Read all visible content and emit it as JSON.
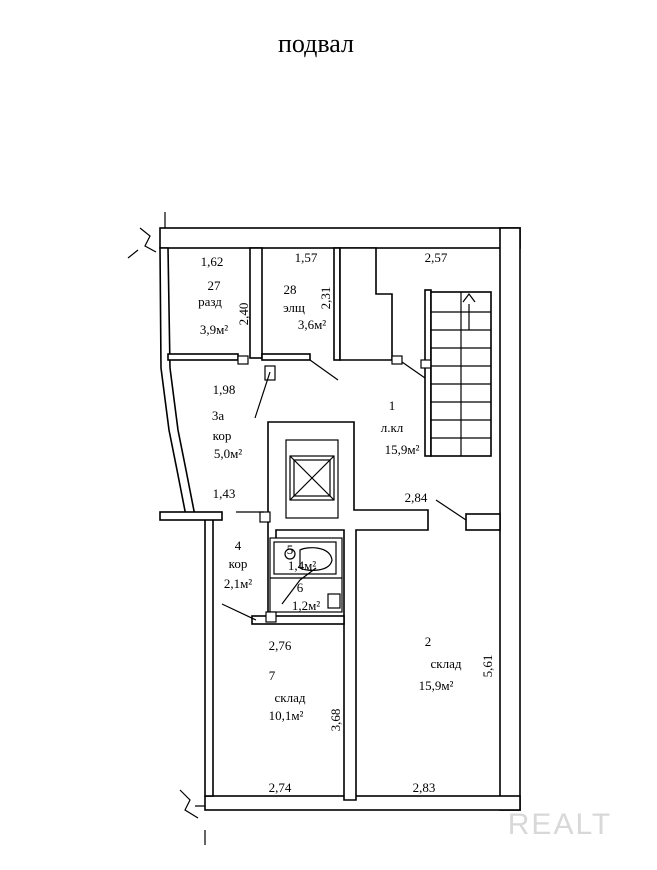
{
  "title": "подвал",
  "rooms": [
    {
      "id": "r27",
      "number": "27",
      "name": "разд",
      "area": "3,9м²"
    },
    {
      "id": "r28",
      "number": "28",
      "name": "элщ",
      "area": "3,6м²"
    },
    {
      "id": "r3a",
      "number": "3а",
      "name": "кор",
      "area": "5,0м²"
    },
    {
      "id": "r1",
      "number": "1",
      "name": "л.кл",
      "area": "15,9м²"
    },
    {
      "id": "r4",
      "number": "4",
      "name": "кор",
      "area": "2,1м²"
    },
    {
      "id": "r5",
      "number": "5",
      "name": "",
      "area": "1,4м²"
    },
    {
      "id": "r6",
      "number": "6",
      "name": "",
      "area": "1,2м²"
    },
    {
      "id": "r2",
      "number": "2",
      "name": "склад",
      "area": "15,9м²"
    },
    {
      "id": "r7",
      "number": "7",
      "name": "склад",
      "area": "10,1м²"
    }
  ],
  "dimensions": {
    "d162": "1,62",
    "d157": "1,57",
    "d257": "2,57",
    "d240": "2,40",
    "d231": "2,31",
    "d198": "1,98",
    "d143": "1,43",
    "d284": "2,84",
    "d276": "2,76",
    "d561": "5,61",
    "d368": "3,68",
    "d274": "2,74",
    "d283": "2,83"
  },
  "watermark": "REALT"
}
